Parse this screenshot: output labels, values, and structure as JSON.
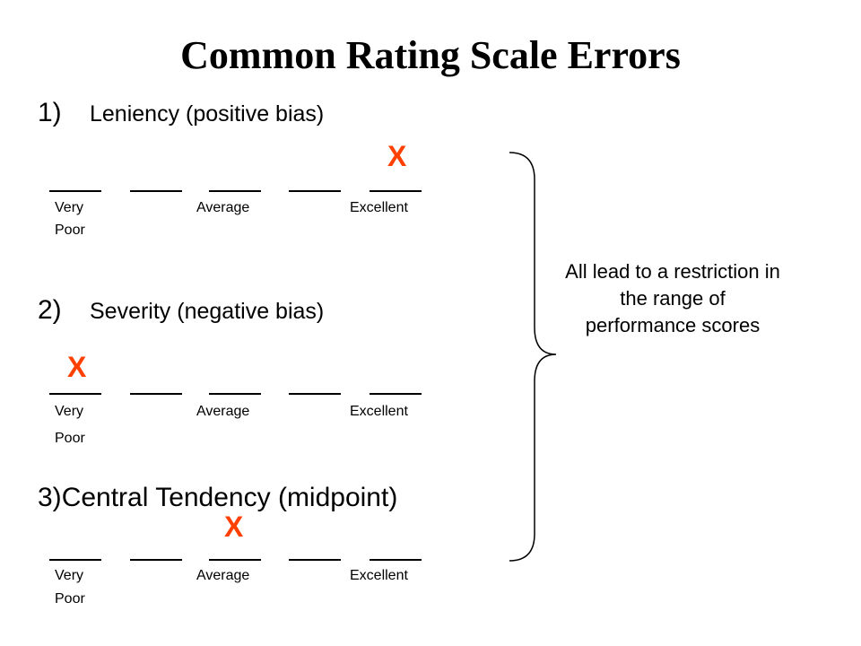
{
  "title": "Common Rating Scale Errors",
  "errors": [
    {
      "number": "1)",
      "label": "Leniency (positive bias)"
    },
    {
      "number": "2)",
      "label": "Severity (negative bias)"
    },
    {
      "number": "3)",
      "label": "Central Tendency (midpoint)"
    }
  ],
  "scale_labels": {
    "low_line1": "Very",
    "low_line2": "Poor",
    "mid": "Average",
    "high": "Excellent"
  },
  "mark": "X",
  "summary": "All lead to a restriction in the range of performance scores",
  "colors": {
    "mark": "#ff4000"
  }
}
